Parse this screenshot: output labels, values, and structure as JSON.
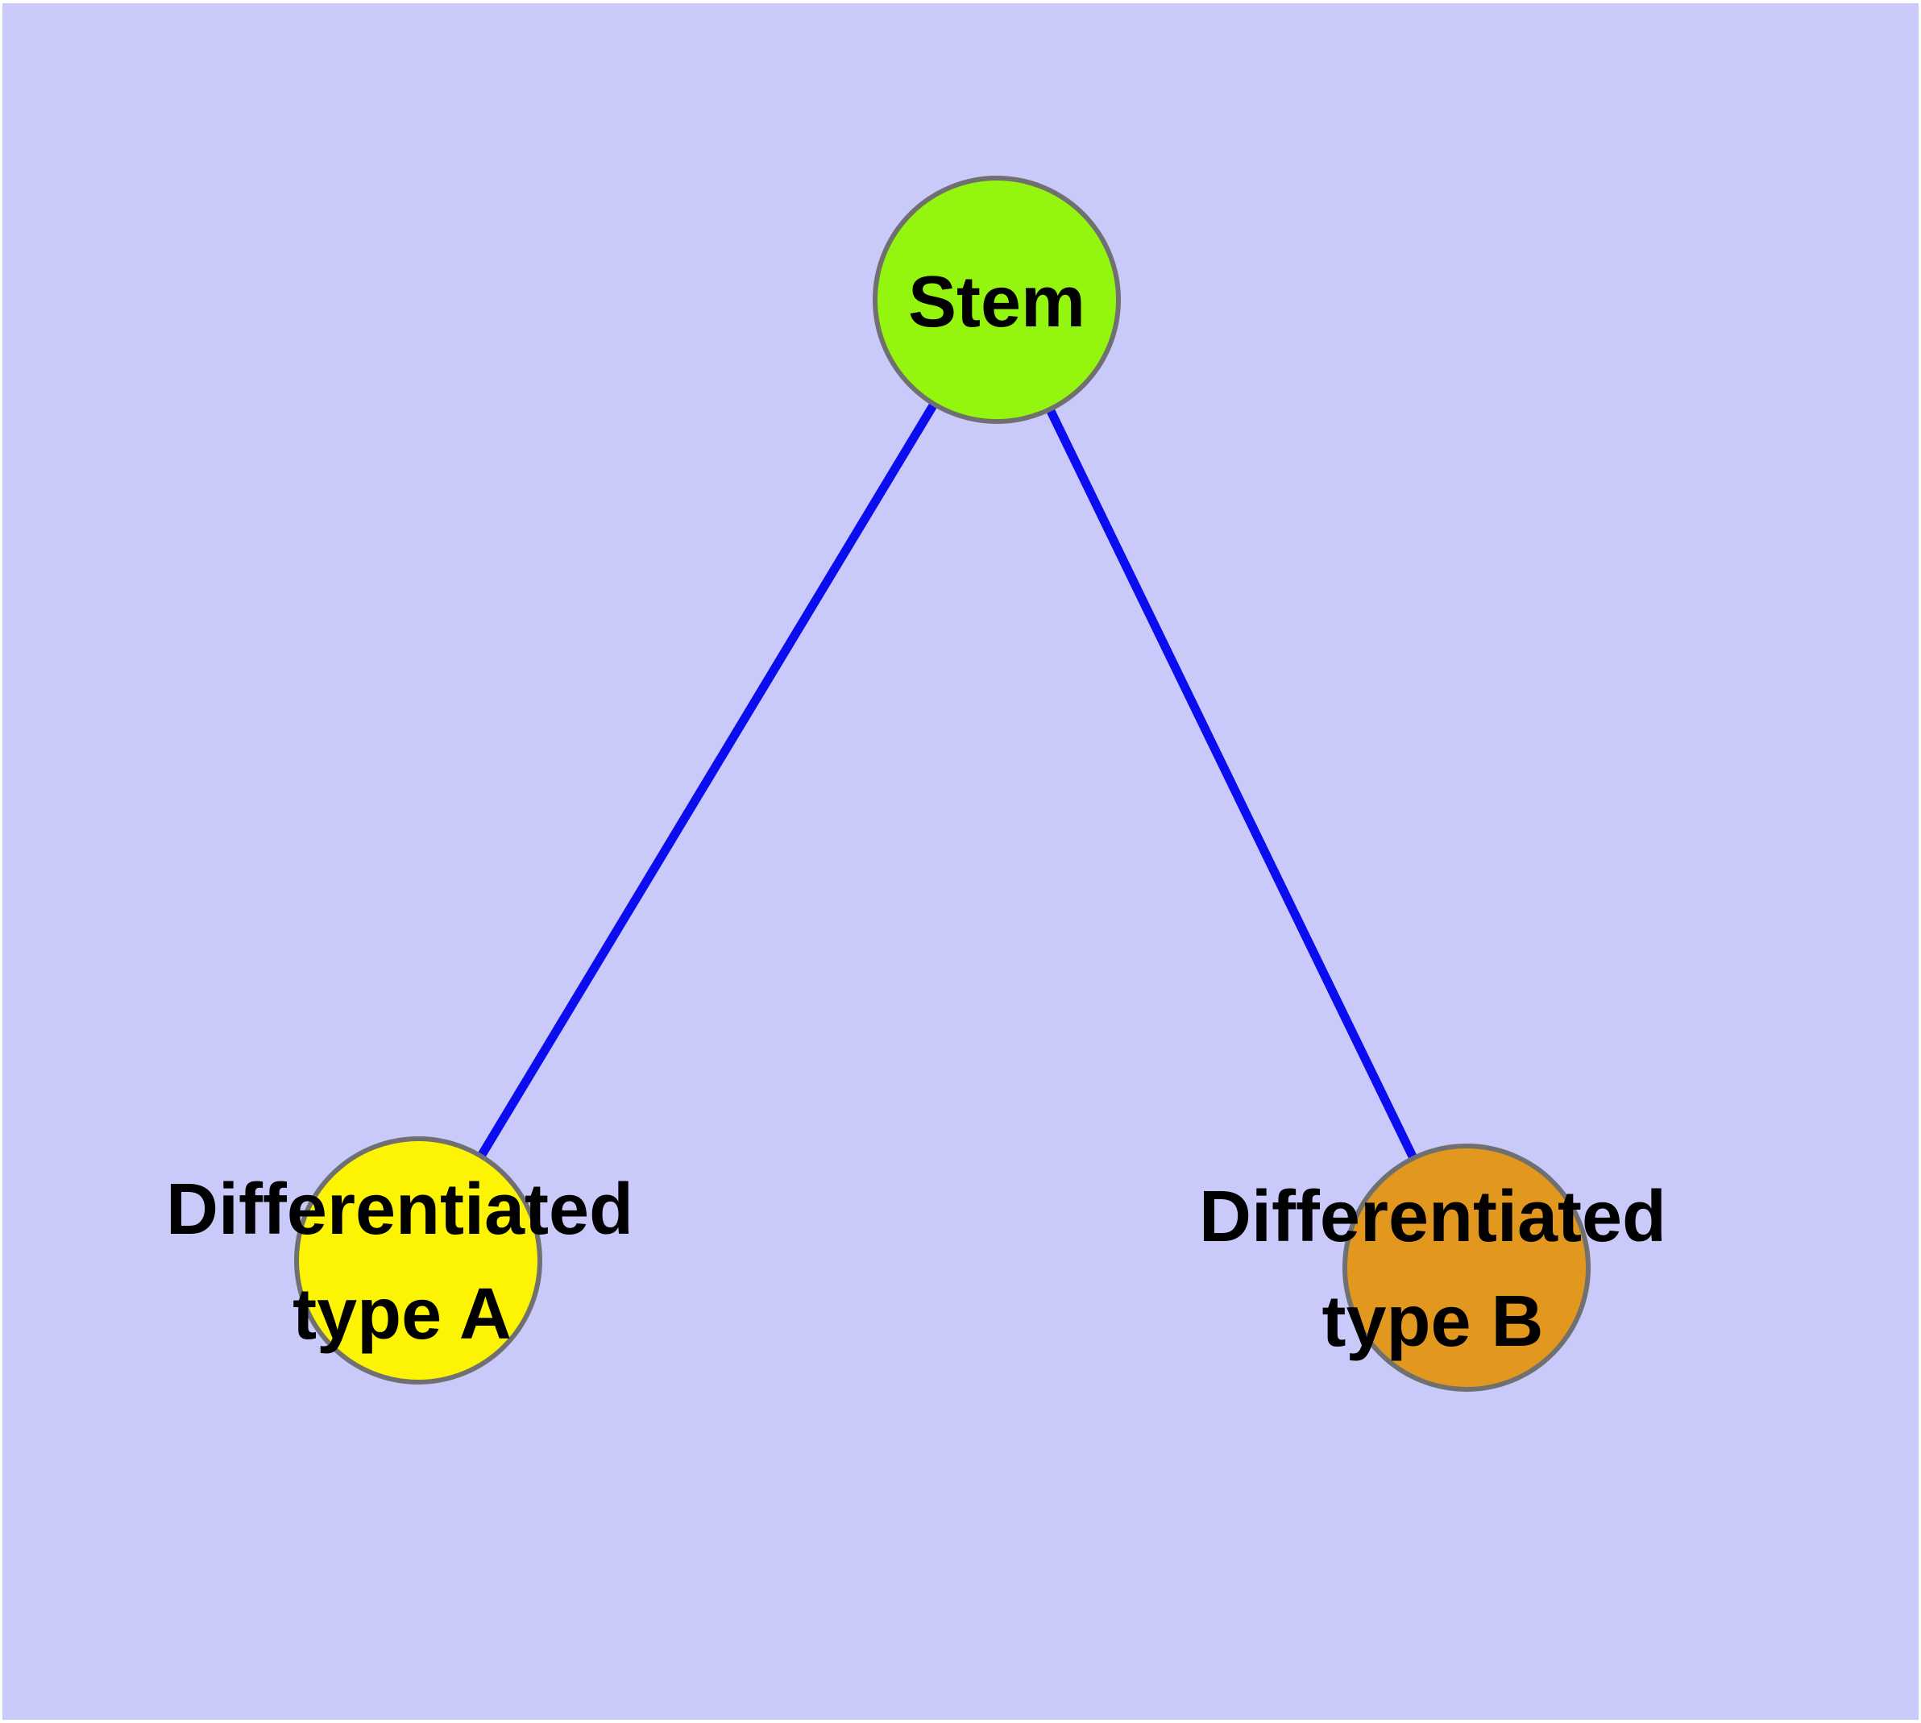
{
  "canvas": {
    "background_color": "#CACAFA",
    "frame_color": "#FFFFFF"
  },
  "text_color": "#000000",
  "edges": {
    "color": "#0C0CF0",
    "items": [
      {
        "from": "Stem",
        "to": "Differentiated type A"
      },
      {
        "from": "Stem",
        "to": "Differentiated type B"
      }
    ]
  },
  "nodes": {
    "stem": {
      "label": "Stem",
      "fill": "#94F50F",
      "border": "#707070"
    },
    "type_a": {
      "label_line1": "Differentiated",
      "label_line2": "type A",
      "fill": "#FDF403",
      "border": "#707070"
    },
    "type_b": {
      "label_line1": "Differentiated",
      "label_line2": "type B",
      "fill": "#E2981E",
      "border": "#707070"
    }
  }
}
